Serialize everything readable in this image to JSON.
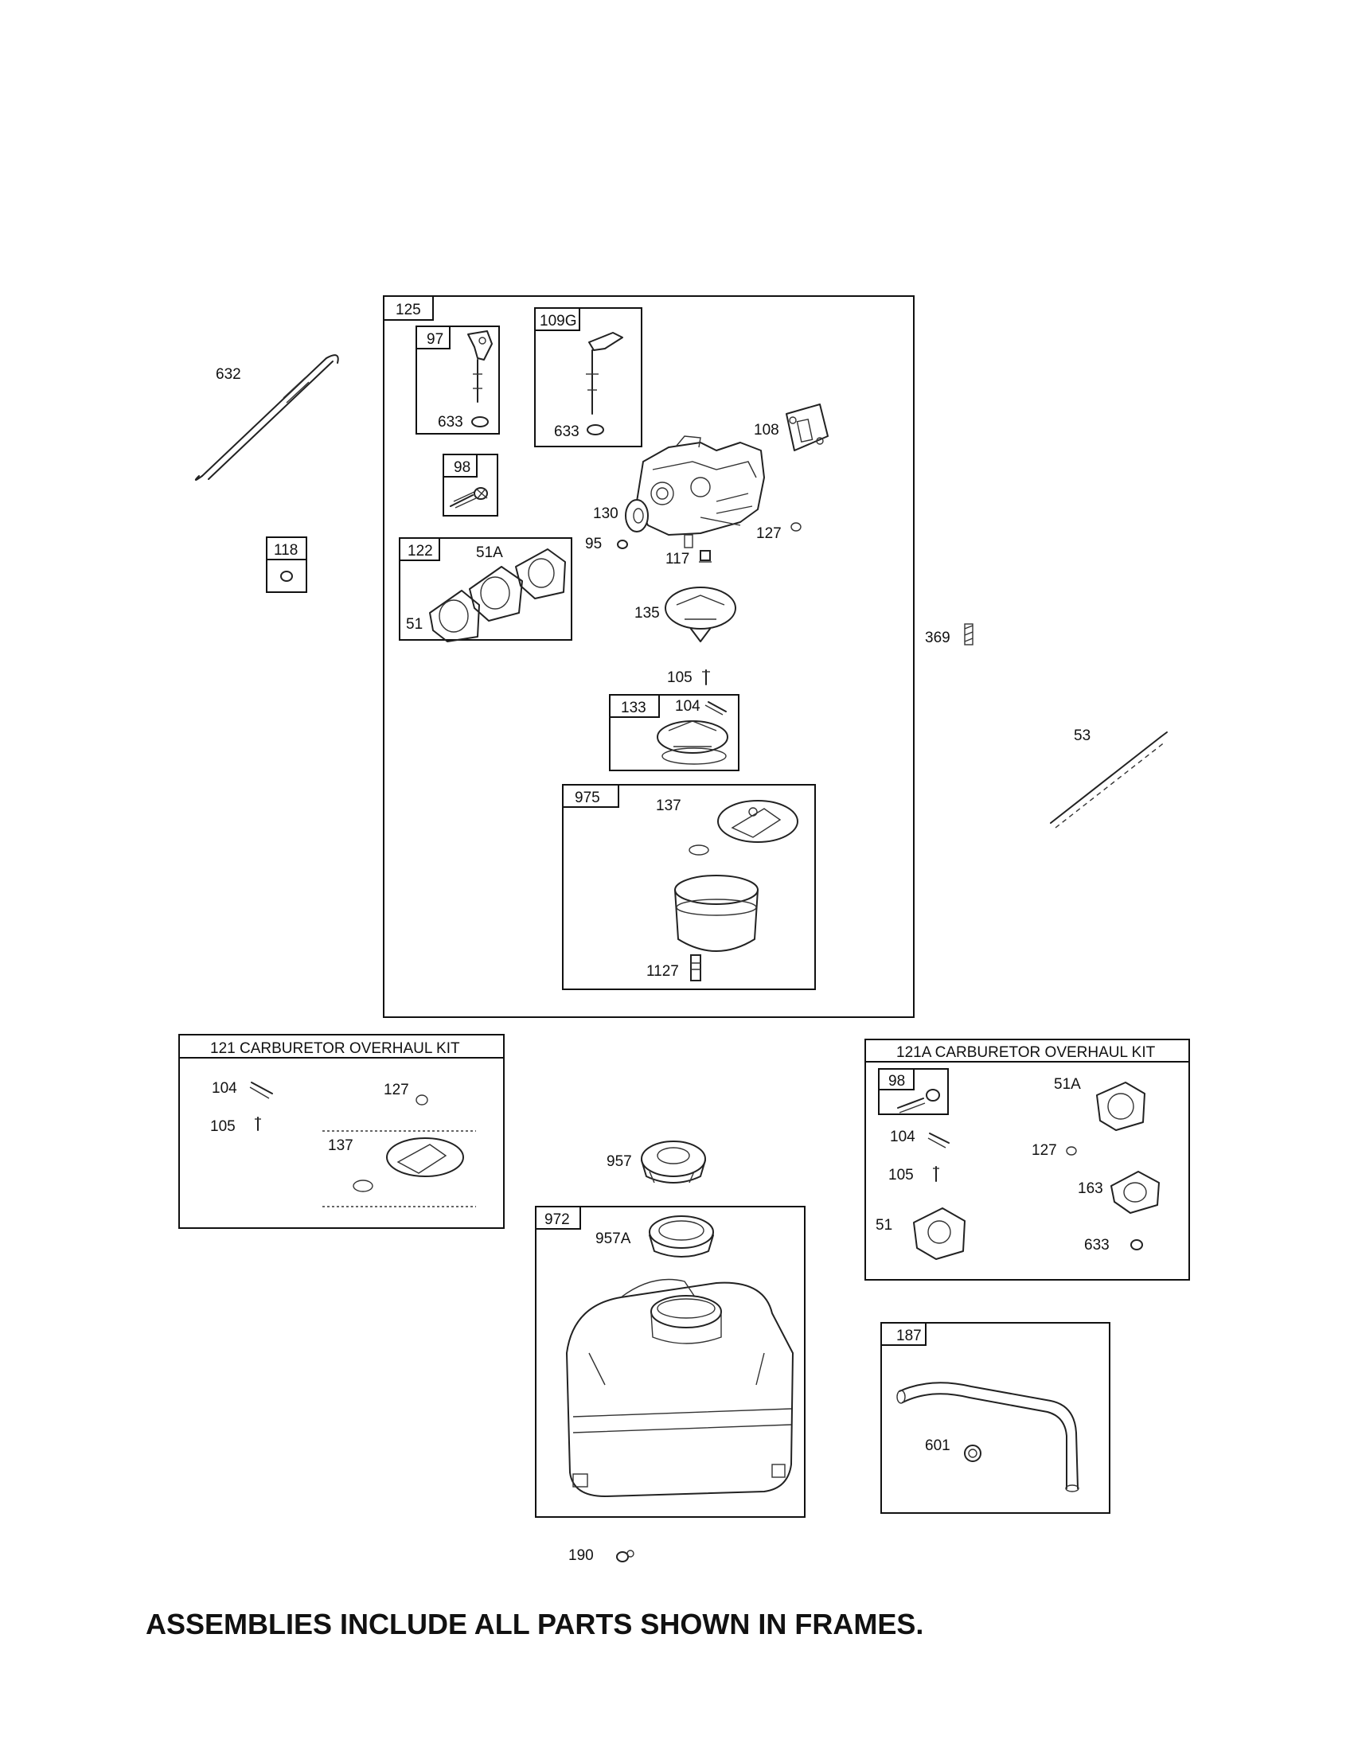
{
  "frames": {
    "main_assembly": "125",
    "f97": "97",
    "f109g": "109G",
    "f98": "98",
    "f118": "118",
    "f122": "122",
    "f133": "133",
    "f975": "975",
    "kit121": "121 CARBURETOR OVERHAUL KIT",
    "kit121a": "121A CARBURETOR OVERHAUL KIT",
    "kit121a_f98": "98",
    "f972": "972",
    "f187": "187"
  },
  "labels": {
    "l632": "632",
    "l633a": "633",
    "l633b": "633",
    "l108": "108",
    "l130": "130",
    "l95": "95",
    "l117": "117",
    "l127": "127",
    "l51a": "51A",
    "l51": "51",
    "l135": "135",
    "l369": "369",
    "l105": "105",
    "l104": "104",
    "l53": "53",
    "l137": "137",
    "l1127": "1127",
    "k121_104": "104",
    "k121_127": "127",
    "k121_105": "105",
    "k121_137": "137",
    "l957": "957",
    "l957a": "957A",
    "k121a_51a": "51A",
    "k121a_104": "104",
    "k121a_127": "127",
    "k121a_105": "105",
    "k121a_163": "163",
    "k121a_51": "51",
    "k121a_633": "633",
    "l601": "601",
    "l190": "190"
  },
  "footer": "ASSEMBLIES INCLUDE ALL PARTS SHOWN IN FRAMES."
}
